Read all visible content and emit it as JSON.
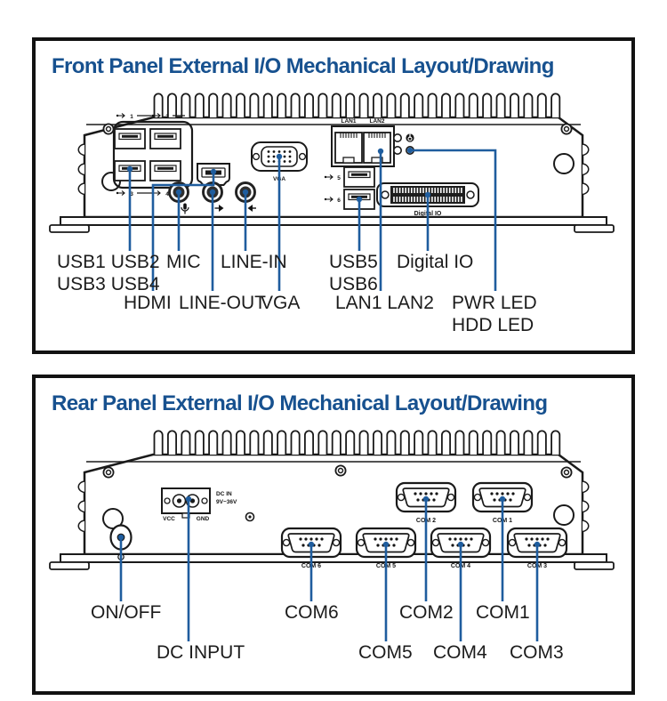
{
  "colors": {
    "title_blue": "#17518F",
    "leader_blue": "#1F5D9E",
    "label_text": "#1C1C1C"
  },
  "front_panel": {
    "title": "Front Panel External I/O Mechanical Layout/Drawing",
    "markings": {
      "usb1": "1",
      "usb2": "2",
      "usb3": "3",
      "usb4": "4",
      "usb5": "5",
      "usb6": "6",
      "hdmi": "HDMI",
      "vga": "VGA",
      "lan1": "LAN1",
      "lan2": "LAN2",
      "digital_io": "Digital IO"
    },
    "callouts": {
      "usb_group_line1": "USB1 USB2",
      "usb_group_line2": "USB3 USB4",
      "mic": "MIC",
      "line_in": "LINE-IN",
      "usb5": "USB5",
      "usb6": "USB6",
      "digital_io": "Digital IO",
      "hdmi": "HDMI",
      "line_out": "LINE-OUT",
      "vga": "VGA",
      "lan": "LAN1 LAN2",
      "pwr_led": "PWR LED",
      "hdd_led": "HDD LED"
    }
  },
  "rear_panel": {
    "title": "Rear Panel External I/O Mechanical Layout/Drawing",
    "markings": {
      "dc_in": "DC IN",
      "dc_range": "9V~36V",
      "vcc": "VCC",
      "gnd": "GND",
      "com2": "COM 2",
      "com1": "COM 1",
      "com6": "COM 6",
      "com5": "COM 5",
      "com4": "COM 4",
      "com3": "COM 3"
    },
    "callouts": {
      "on_off": "ON/OFF",
      "dc_input": "DC INPUT",
      "com6": "COM6",
      "com5": "COM5",
      "com2": "COM2",
      "com4": "COM4",
      "com1": "COM1",
      "com3": "COM3"
    }
  }
}
